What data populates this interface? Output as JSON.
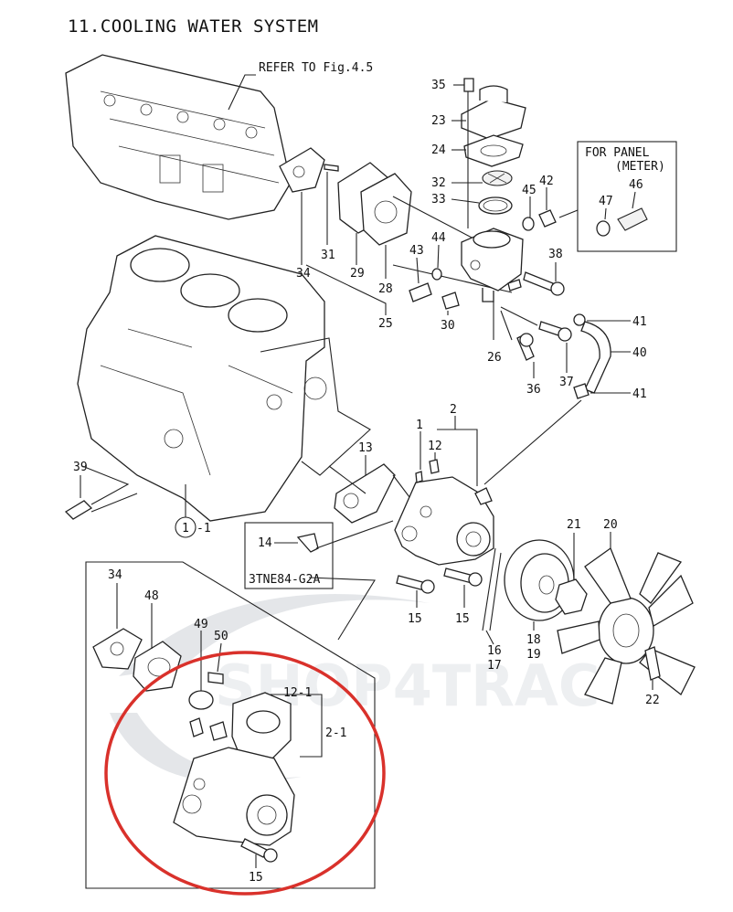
{
  "title": "11.COOLING WATER SYSTEM",
  "refer_note": "REFER TO Fig.4.5",
  "panel_box": {
    "line1": "FOR PANEL",
    "line2": "(METER)"
  },
  "inset_box_label": "3TNE84-G2A",
  "watermark": "SHOP4TRAC",
  "highlight_color": "#d9312b",
  "callouts": {
    "c35": "35",
    "c23": "23",
    "c24": "24",
    "c32": "32",
    "c33": "33",
    "c45": "45",
    "c42": "42",
    "c46": "46",
    "c47": "47",
    "c34": "34",
    "c31": "31",
    "c29": "29",
    "c28": "28",
    "c25": "25",
    "c43": "43",
    "c44": "44",
    "c30": "30",
    "c26": "26",
    "c38": "38",
    "c41a": "41",
    "c40": "40",
    "c41b": "41",
    "c37": "37",
    "c36": "36",
    "c39": "39",
    "c1_1": "1",
    "c1_1b": "-1",
    "c1": "1",
    "c2": "2",
    "c12": "12",
    "c13": "13",
    "c14": "14",
    "c15a": "15",
    "c15b": "15",
    "c16": "16",
    "c17": "17",
    "c18": "18",
    "c19": "19",
    "c20": "20",
    "c21": "21",
    "c22": "22",
    "i34": "34",
    "i48": "48",
    "i49": "49",
    "i50": "50",
    "i12_1": "12-1",
    "i2_1": "2-1",
    "i15": "15"
  }
}
